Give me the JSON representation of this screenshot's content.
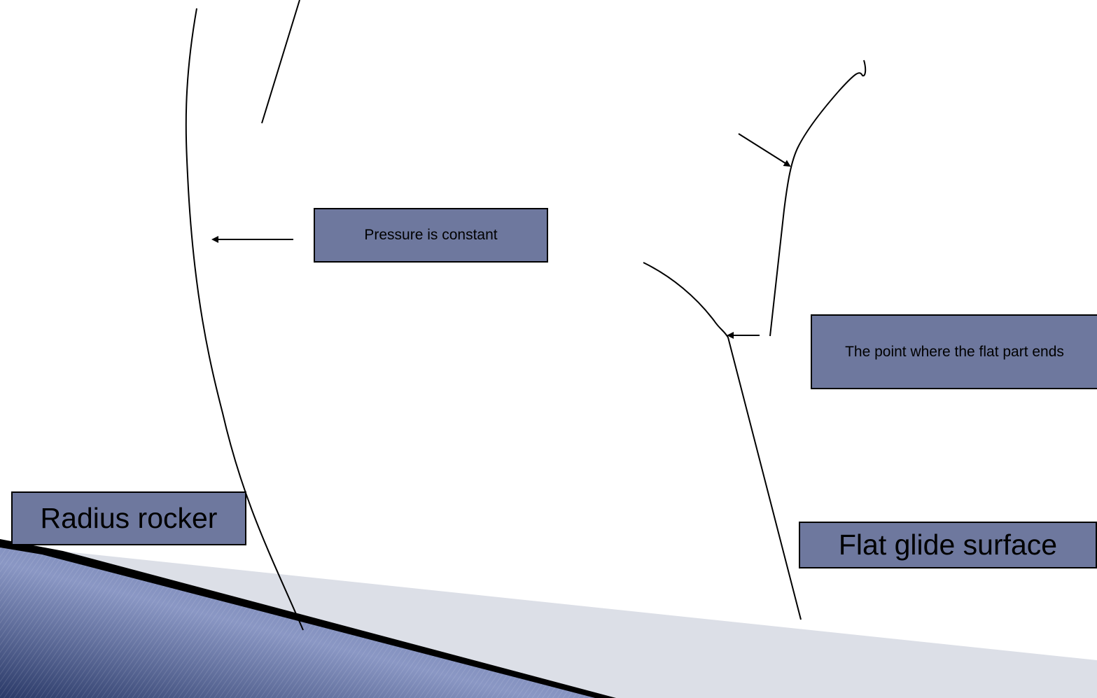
{
  "labels": {
    "pressure": "Pressure is constant",
    "flat_point": "The point where the flat part ends",
    "radius_rocker": "Radius rocker",
    "flat_glide": "Flat glide surface"
  },
  "colors": {
    "box_fill": "#6E789E",
    "line": "#000000",
    "base_light": "#DCDFE7",
    "base_dark": "#2E3D6B",
    "base_mid": "#6F7FAF"
  }
}
